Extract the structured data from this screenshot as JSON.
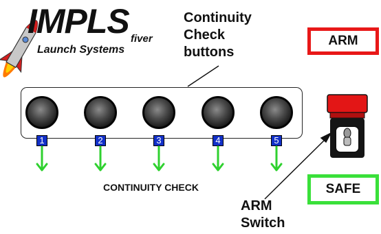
{
  "logo": {
    "wordmark": "IMPLS",
    "subtitle": "Launch Systems",
    "icon": "rocket-icon"
  },
  "fiver_label": "fiver",
  "callouts": {
    "buttons": [
      "Continuity",
      "Check",
      "buttons"
    ],
    "switch": [
      "ARM",
      "Switch"
    ]
  },
  "continuity": {
    "label": "CONTINUITY CHECK",
    "buttons": [
      {
        "number": "1"
      },
      {
        "number": "2"
      },
      {
        "number": "3"
      },
      {
        "number": "4"
      },
      {
        "number": "5"
      }
    ]
  },
  "status": {
    "arm": "ARM",
    "safe": "SAFE",
    "arm_color": "#e81818",
    "safe_color": "#3ae03a"
  },
  "colors": {
    "badge": "#1230c8",
    "arrow": "#2fd12f",
    "switch_cover": "#e31616"
  }
}
